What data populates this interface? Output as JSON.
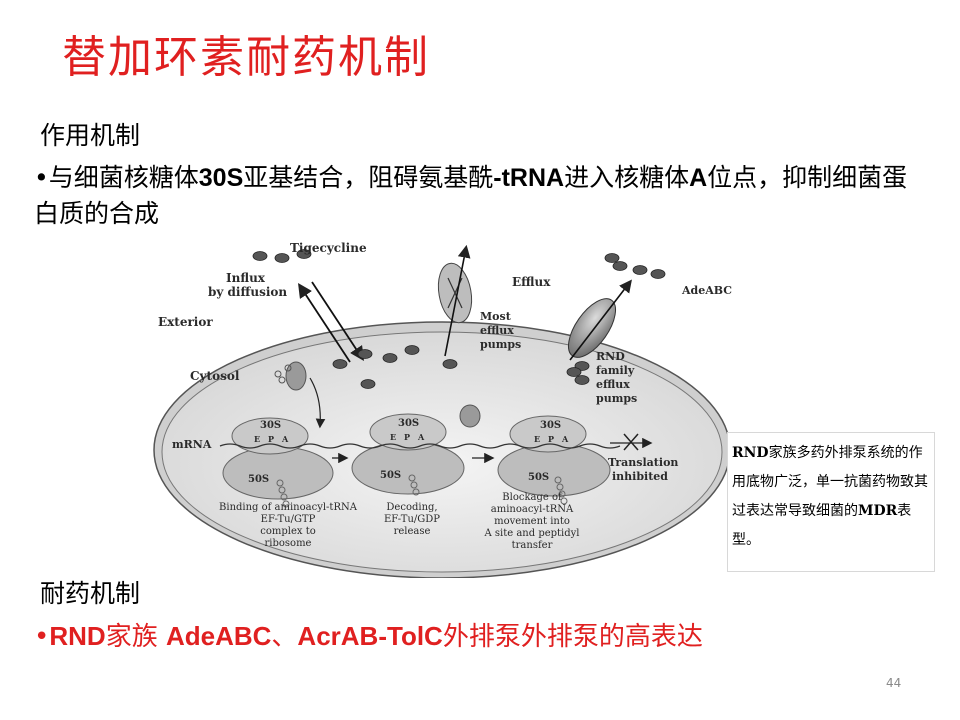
{
  "slide": {
    "title": "替加环素耐药机制",
    "section1": "作用机制",
    "bullet1": {
      "mark": "•",
      "p1": "与细菌核糖体",
      "b1": "30S",
      "p2": "亚基结合，阻碍氨基酰",
      "b2": "-tRNA",
      "p3": "进入核糖体",
      "b3": "A",
      "p4": "位点，抑制细菌蛋白质的合成"
    },
    "section2": "耐药机制",
    "bullet2": {
      "mark": "•",
      "b1": "RND",
      "p1": "家族 ",
      "b2": "AdeABC",
      "p2": "、",
      "b3": "AcrAB-TolC",
      "p3": "外排泵外排泵的高表达"
    },
    "page_number": "44"
  },
  "note": {
    "b1": "RND",
    "p1": "家族多药外排泵系统的作用底物广泛，单一抗菌药物致其过表达常导致细菌的",
    "b2": "MDR",
    "p2": "表型。"
  },
  "diagram": {
    "labels": {
      "tigecycline": "Tigecycline",
      "influx1": "Influx",
      "influx2": "by diffusion",
      "efflux": "Efflux",
      "adeabc": "AdeABC",
      "exterior": "Exterior",
      "cytosol": "Cytosol",
      "most1": "Most",
      "most2": "efflux",
      "most3": "pumps",
      "rnd1": "RND",
      "rnd2": "family",
      "rnd3": "efflux",
      "rnd4": "pumps",
      "mrna": "mRNA",
      "s30": "30S",
      "s50": "50S",
      "epa_e": "E",
      "epa_p": "P",
      "epa_a": "A",
      "trans1": "Translation",
      "trans2": "inhibited",
      "cap1_1": "Binding of aminoacyl-tRNA",
      "cap1_2": "EF-Tu/GTP",
      "cap1_3": "complex to",
      "cap1_4": "ribosome",
      "cap2_1": "Decoding,",
      "cap2_2": "EF-Tu/GDP",
      "cap2_3": "release",
      "cap3_1": "Blockage of",
      "cap3_2": "aminoacyl-tRNA",
      "cap3_3": "movement  into",
      "cap3_4": "A site and peptidyl",
      "cap3_5": "transfer"
    }
  },
  "colors": {
    "title_red": "#e02020",
    "drug_gray": "#555555",
    "cell_fill": "#e6e6e6"
  }
}
